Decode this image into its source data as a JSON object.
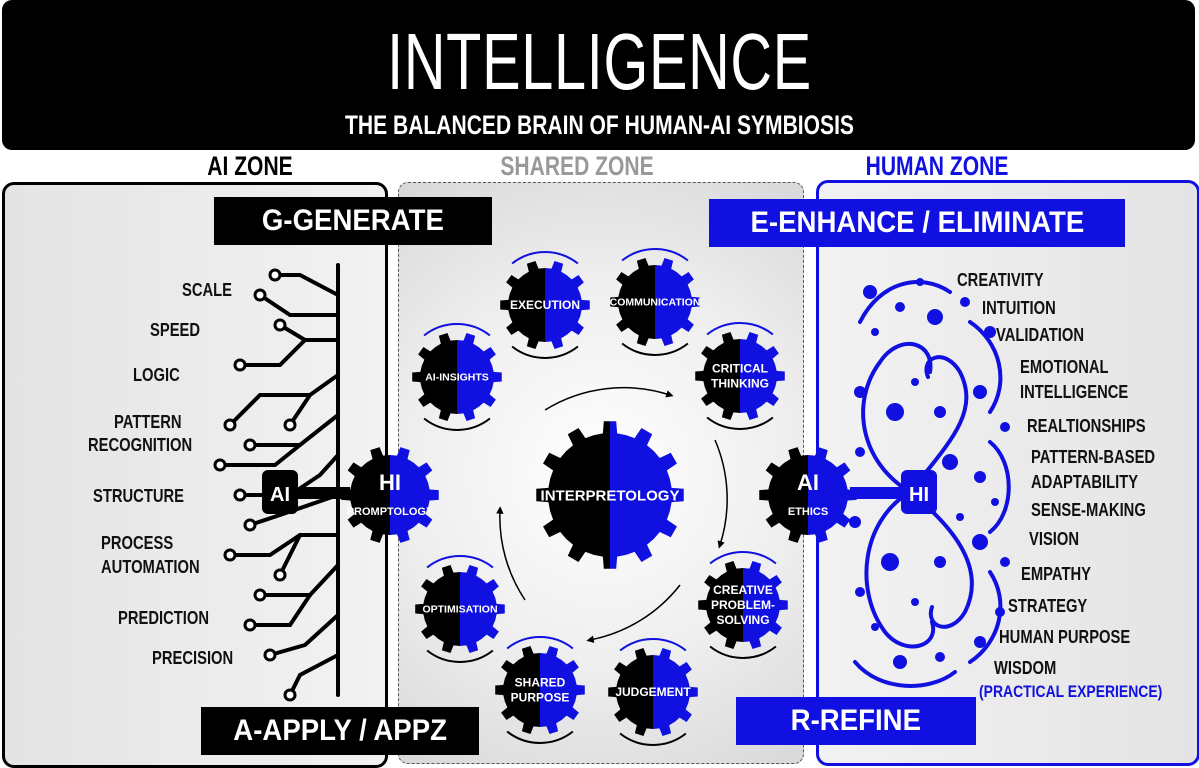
{
  "header": {
    "title": "INTELLIGENCE",
    "subtitle": "THE BALANCED BRAIN OF HUMAN-AI SYMBIOSIS"
  },
  "zones": {
    "ai": "AI ZONE",
    "shared": "SHARED ZONE",
    "human": "HUMAN ZONE"
  },
  "banners": {
    "generate": "G-GENERATE",
    "enhance": "E-ENHANCE / ELIMINATE",
    "apply": "A-APPLY / APPZ",
    "refine": "R-REFINE"
  },
  "ai_labels": [
    "SCALE",
    "SPEED",
    "LOGIC",
    "PATTERN",
    "RECOGNITION",
    "STRUCTURE",
    "PROCESS",
    "AUTOMATION",
    "PREDICTION",
    "PRECISION"
  ],
  "human_labels": [
    "CREATIVITY",
    "INTUITION",
    "VALIDATION",
    "EMOTIONAL",
    "INTELLIGENCE",
    "REALTIONSHIPS",
    "PATTERN-BASED",
    "ADAPTABILITY",
    "SENSE-MAKING",
    "VISION",
    "EMPATHY",
    "STRATEGY",
    "HUMAN PURPOSE",
    "WISDOM"
  ],
  "human_note": "(PRACTICAL EXPERIENCE)",
  "left_connector": {
    "left": "AI",
    "right": "HI",
    "right_sub": "PROMPTOLOGY"
  },
  "right_connector": {
    "left": "AI",
    "left_sub": "ETHICS",
    "right": "HI"
  },
  "center_gear": {
    "label": "INTERPRETOLOGY"
  },
  "gears": [
    {
      "line1": "EXECUTION",
      "line2": ""
    },
    {
      "line1": "COMMUNICATION",
      "line2": ""
    },
    {
      "line1": "CRITICAL",
      "line2": "THINKING"
    },
    {
      "line1": "CREATIVE",
      "line2": "PROBLEM-",
      "line3": "SOLVING"
    },
    {
      "line1": "JUDGEMENT",
      "line2": ""
    },
    {
      "line1": "SHARED",
      "line2": "PURPOSE"
    },
    {
      "line1": "OPTIMISATION",
      "line2": ""
    },
    {
      "line1": "AI-INSIGHTS",
      "line2": ""
    }
  ],
  "colors": {
    "blue": "#1010e0",
    "black": "#000000",
    "gray": "#888888"
  }
}
